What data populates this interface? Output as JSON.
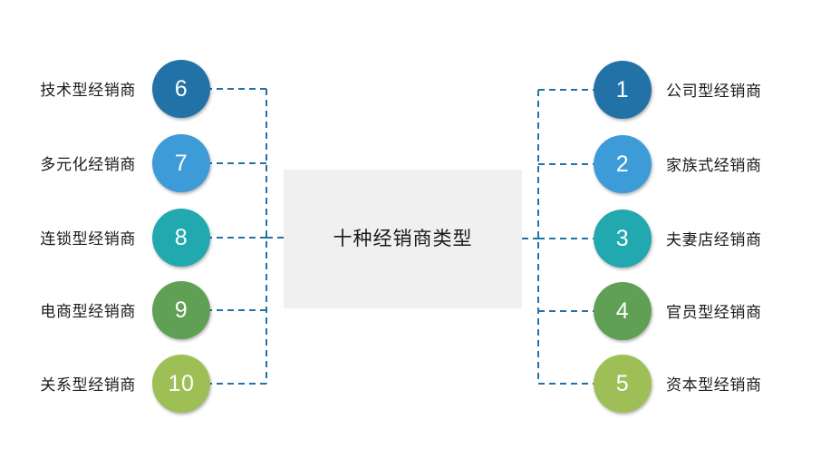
{
  "center": {
    "title": "十种经销商类型",
    "background": "#f0f0f0"
  },
  "theme": {
    "connector_color": "#2272A8",
    "page_background": "#ffffff",
    "label_color": "#1a1a1a",
    "number_color": "#ffffff"
  },
  "left_branch": {
    "nodes": [
      {
        "number": "6",
        "label": "技术型经销商",
        "color": "#2272A8"
      },
      {
        "number": "7",
        "label": "多元化经销商",
        "color": "#3D9BD8"
      },
      {
        "number": "8",
        "label": "连锁型经销商",
        "color": "#22A8AF"
      },
      {
        "number": "9",
        "label": "电商型经销商",
        "color": "#5FA055"
      },
      {
        "number": "10",
        "label": "关系型经销商",
        "color": "#9DBF56"
      }
    ]
  },
  "right_branch": {
    "nodes": [
      {
        "number": "1",
        "label": "公司型经销商",
        "color": "#2272A8"
      },
      {
        "number": "2",
        "label": "家族式经销商",
        "color": "#3D9BD8"
      },
      {
        "number": "3",
        "label": "夫妻店经销商",
        "color": "#22A8AF"
      },
      {
        "number": "4",
        "label": "官员型经销商",
        "color": "#5FA055"
      },
      {
        "number": "5",
        "label": "资本型经销商",
        "color": "#9DBF56"
      }
    ]
  }
}
